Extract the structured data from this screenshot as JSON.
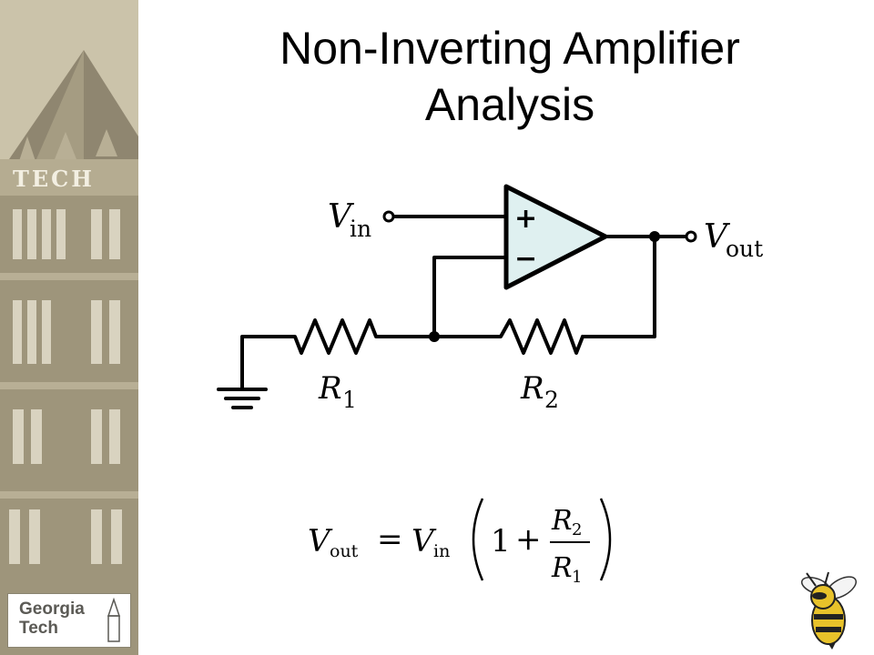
{
  "slide": {
    "title_line1": "Non-Inverting Amplifier",
    "title_line2": "Analysis"
  },
  "sidebar": {
    "logo_line1": "Georgia",
    "logo_line2": "Tech",
    "tower_sign": "TECH"
  },
  "circuit": {
    "input_label": "V",
    "input_sub": "in",
    "output_label": "V",
    "output_sub": "out",
    "plus_sign": "+",
    "minus_sign": "−",
    "r1_label": "R",
    "r1_sub": "1",
    "r2_label": "R",
    "r2_sub": "2",
    "opamp_fill": "#dff0f0"
  },
  "formula": {
    "lhs": "V",
    "lhs_sub": "out",
    "equals": "=",
    "rhs": "V",
    "rhs_sub": "in",
    "one": "1",
    "plus": "+",
    "num": "R",
    "num_sub": "2",
    "den": "R",
    "den_sub": "1"
  },
  "colors": {
    "sidebar": "#c9c1a8",
    "tower": "#a39a80",
    "mascot_yellow": "#e8c22a"
  }
}
